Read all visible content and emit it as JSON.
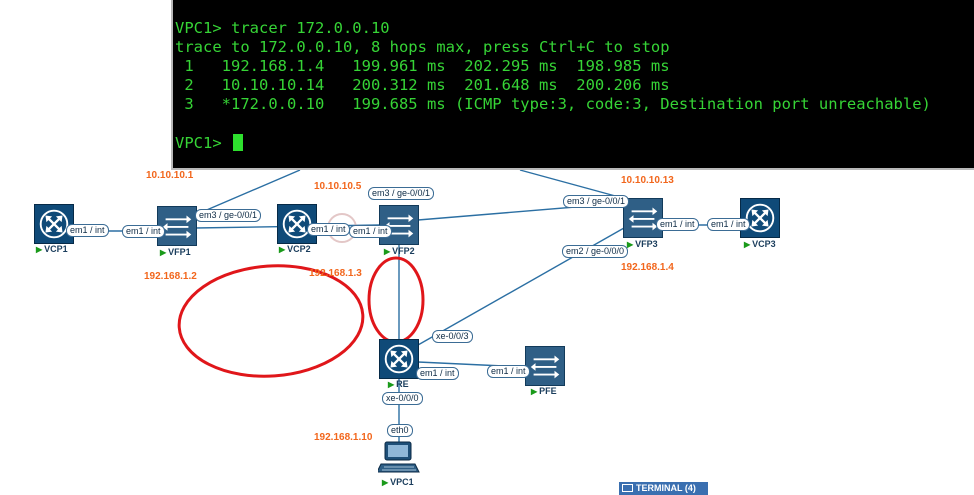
{
  "terminal": {
    "lines": [
      "VPC1> tracer 172.0.0.10",
      "trace to 172.0.0.10, 8 hops max, press Ctrl+C to stop",
      " 1   192.168.1.4   199.961 ms  202.295 ms  198.985 ms",
      " 2   10.10.10.14   200.312 ms  201.648 ms  200.206 ms",
      " 3   *172.0.0.10   199.685 ms (ICMP type:3, code:3, Destination port unreachable)"
    ],
    "prompt": "VPC1>"
  },
  "nodes": {
    "vcp1": "VCP1",
    "vfp1": "VFP1",
    "vcp2": "VCP2",
    "vfp2": "VFP2",
    "vfp3": "VFP3",
    "vcp3": "VCP3",
    "re": "RE",
    "pfe": "PFE",
    "vpc1": "VPC1"
  },
  "ips": {
    "ip_vfp1_top": "10.10.10.1",
    "ip_vfp2_top": "10.10.10.5",
    "ip_vfp3_top": "10.10.10.13",
    "ip_vfp1_bottom": "192.168.1.2",
    "ip_vfp2_bottom": "192.168.1.3",
    "ip_vfp3_bottom": "192.168.1.4",
    "ip_vpc1": "192.168.1.10"
  },
  "ports": {
    "p1": "em1 / int",
    "p2": "em1 / int",
    "p3": "em3 / ge-0/0/1",
    "p4": "em1 / int",
    "p5": "em1 / int",
    "p6": "em3 / ge-0/0/1",
    "p7": "em3 / ge-0/0/1",
    "p8": "em2 / ge-0/0/0",
    "p9": "em1 / int",
    "p10": "em1 / int",
    "p11": "xe-0/0/3",
    "p12": "em1 / int",
    "p13": "em1 / int",
    "p14": "xe-0/0/0",
    "p15": "eth0"
  },
  "taskbar": {
    "terminal_label": "TERMINAL (4)"
  },
  "colors": {
    "link": "#2b6fa3",
    "annotation": "#e0161a",
    "ip_label": "#f2661c",
    "terminal_text": "#36d436"
  }
}
